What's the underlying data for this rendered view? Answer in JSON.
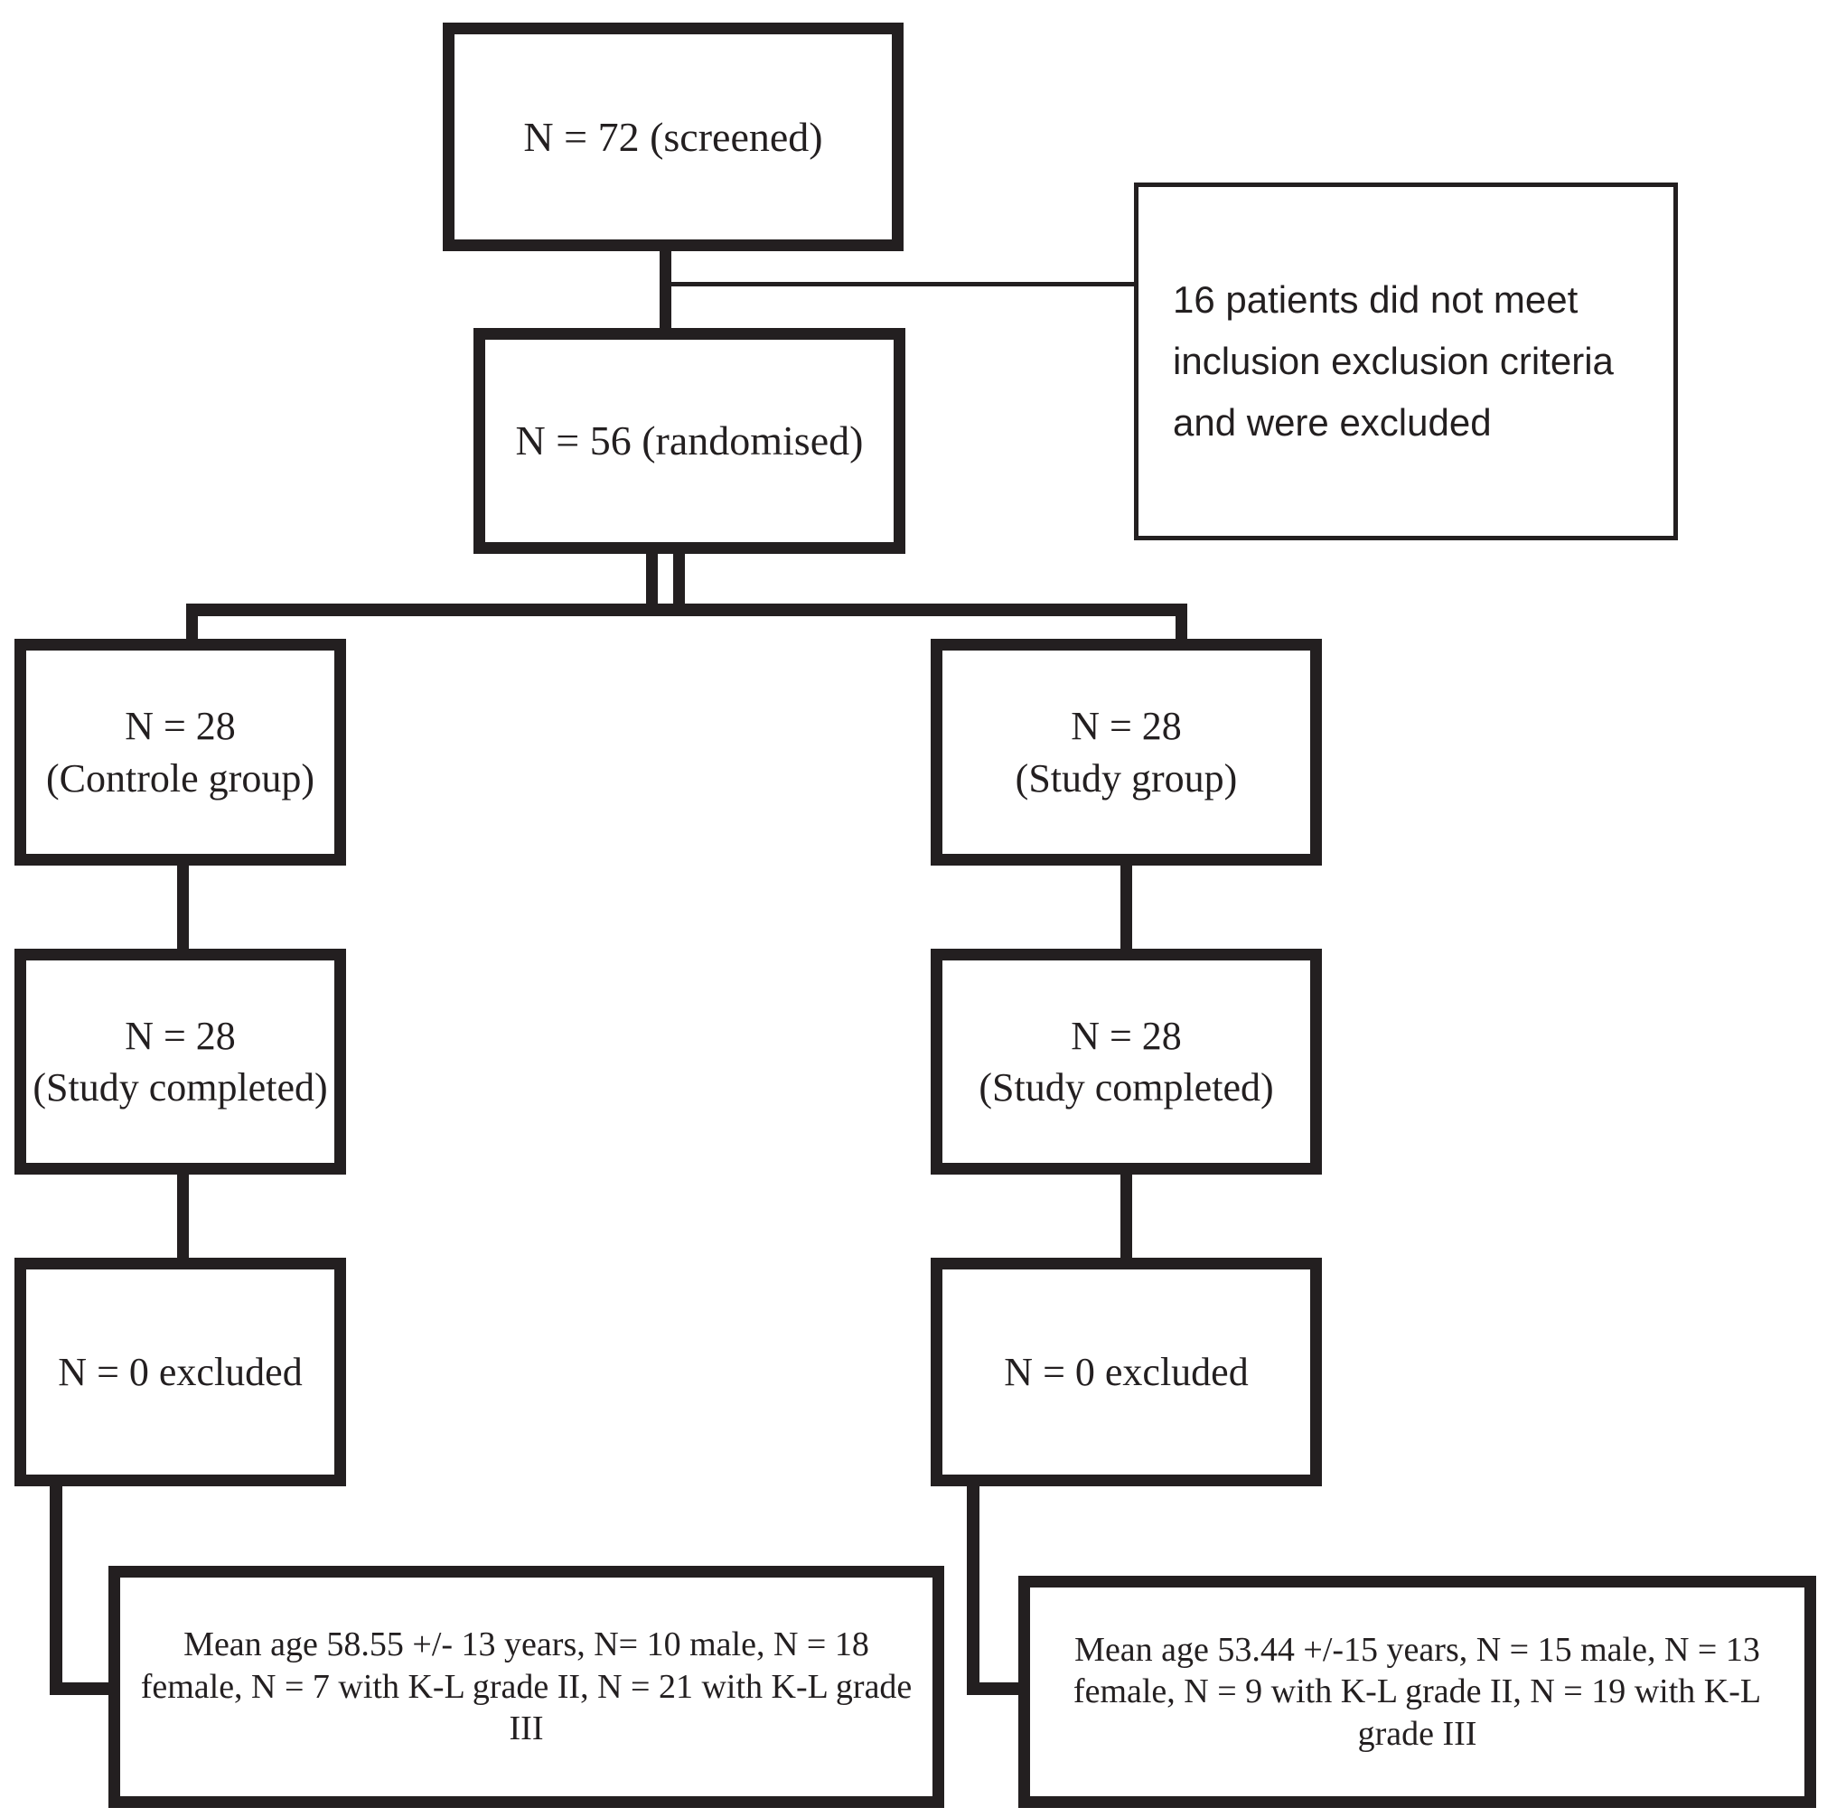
{
  "diagram": {
    "title": "CONSORT participant flow diagram",
    "ink_color": "#231f20",
    "background_color": "#ffffff"
  },
  "nodes": {
    "screened": "N = 72 (screened)",
    "randomised": "N = 56 (randomised)",
    "exclusion_note": "16 patients did not meet inclusion exclusion criteria and were excluded",
    "control_group": "N = 28\n(Controle group)",
    "study_group": "N = 28\n(Study group)",
    "control_completed": "N = 28\n(Study completed)",
    "study_completed": "N = 28\n(Study completed)",
    "control_excluded": "N = 0 excluded",
    "study_excluded": "N = 0 excluded",
    "control_demographics": "Mean age 58.55 +/- 13 years, N= 10 male, N = 18 female, N = 7 with K-L grade II, N = 21 with K-L grade III",
    "study_demographics": "Mean age 53.44 +/-15 years, N = 15 male, N = 13 female, N = 9 with K-L grade II, N = 19 with K-L grade III"
  },
  "chart_data": {
    "type": "diagram",
    "title": "CONSORT participant flow diagram",
    "stages": [
      {
        "stage": "screened",
        "n": 72,
        "label": "N = 72 (screened)"
      },
      {
        "stage": "excluded_before_randomisation",
        "n": 16,
        "label": "16 patients did not meet inclusion exclusion criteria and were excluded"
      },
      {
        "stage": "randomised",
        "n": 56,
        "label": "N = 56 (randomised)"
      }
    ],
    "arms": [
      {
        "name": "Controle group",
        "allocated": 28,
        "completed": 28,
        "excluded": 0,
        "mean_age": 58.55,
        "age_sd": 13,
        "male": 10,
        "female": 18,
        "kl_grade_II": 7,
        "kl_grade_III": 21
      },
      {
        "name": "Study group",
        "allocated": 28,
        "completed": 28,
        "excluded": 0,
        "mean_age": 53.44,
        "age_sd": 15,
        "male": 15,
        "female": 13,
        "kl_grade_II": 9,
        "kl_grade_III": 19
      }
    ]
  }
}
